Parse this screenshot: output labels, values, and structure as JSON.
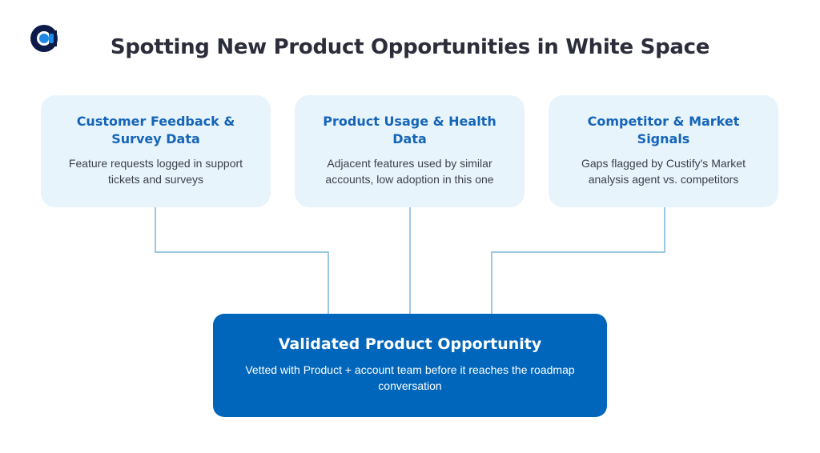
{
  "title": "Spotting New Product Opportunities in White Space",
  "logo": {
    "icon": "brand-logo-icon",
    "color": "#0d1b4b",
    "accent": "#1e88e5"
  },
  "sources": [
    {
      "title": "Customer Feedback & Survey Data",
      "description": "Feature requests logged in support tickets and surveys"
    },
    {
      "title": "Product Usage & Health Data",
      "description": "Adjacent features used by similar accounts, low adoption in this one"
    },
    {
      "title": "Competitor & Market Signals",
      "description": "Gaps flagged by Custify's Market analysis agent vs. competitors"
    }
  ],
  "result": {
    "title": "Validated Product Opportunity",
    "description": "Vetted with Product + account team before it reaches the roadmap conversation"
  },
  "colors": {
    "card_background": "#e8f4fc",
    "card_title": "#1565b8",
    "result_background": "#0066bb",
    "connector": "#9cc8e4"
  }
}
